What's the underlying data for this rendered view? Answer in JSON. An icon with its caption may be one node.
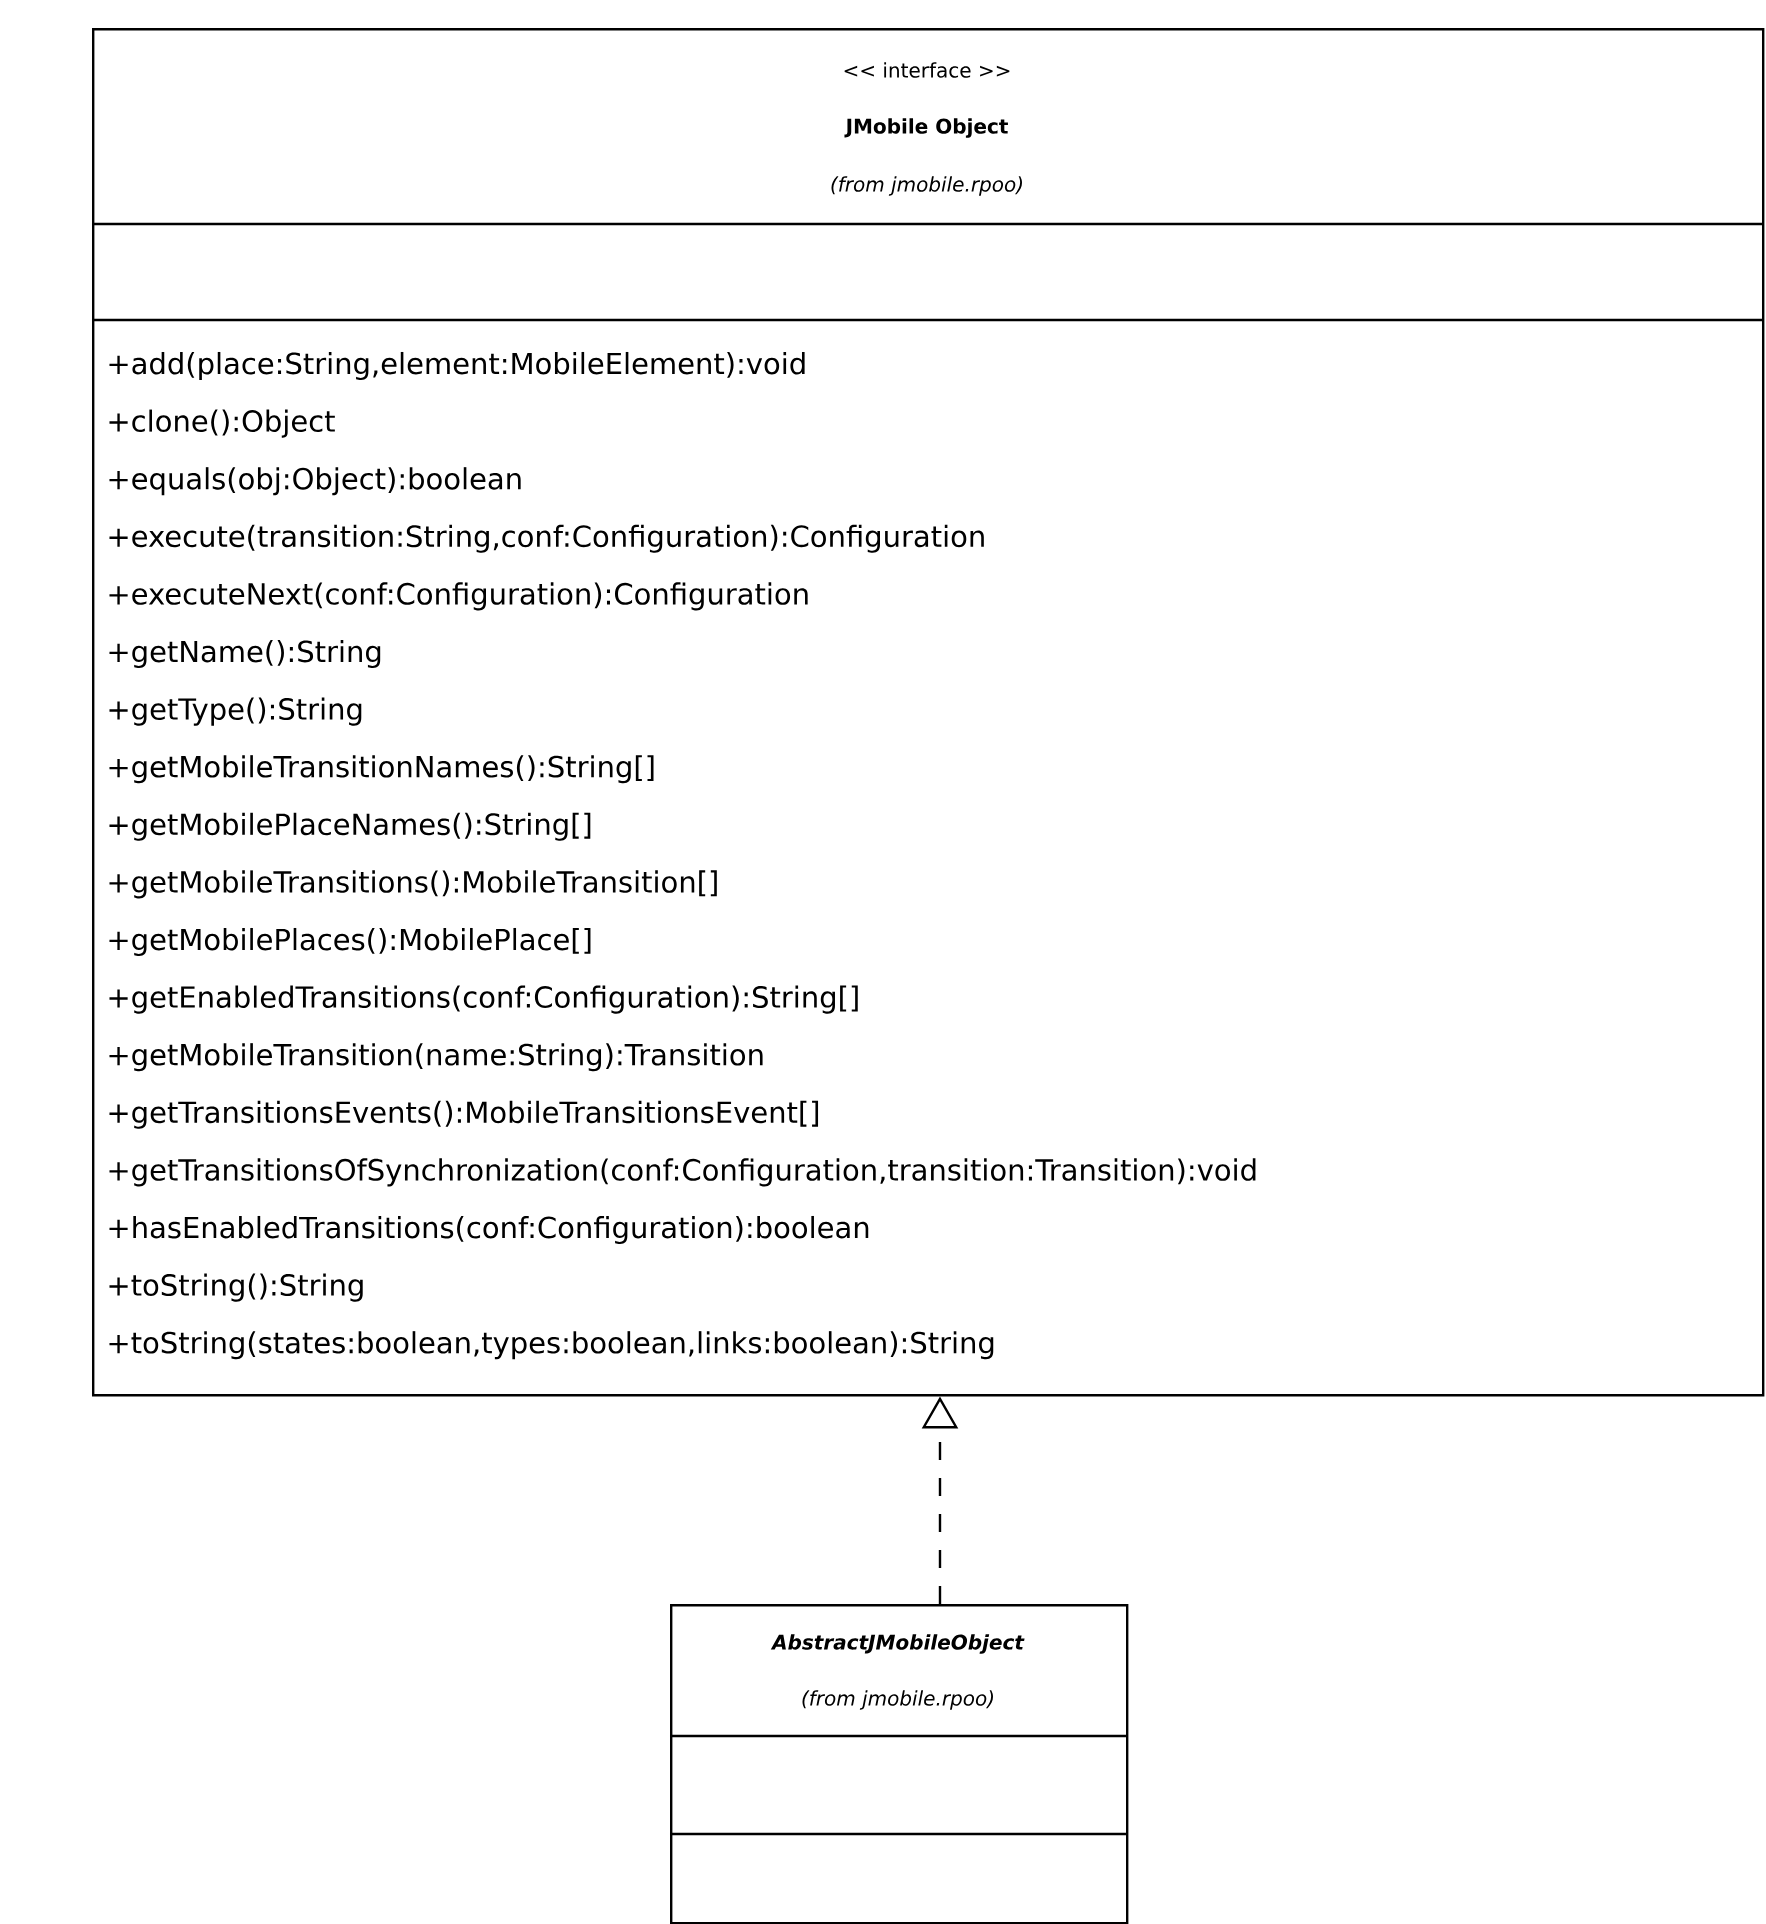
{
  "diagram": {
    "nodes": [
      {
        "text": [
          "<< interface >>",
          "JMobile Object",
          "(from jmobile.rpoo)",
          "+add(place:String,element:MobileElement):void",
          "+clone():Object",
          "+equals(obj:Object):boolean",
          "+execute(transition:String,conf:Configuration):Configuration",
          "+executeNext(conf:Configuration):Configuration",
          "+getName():String",
          "+getType():String",
          "+getMobileTransitionNames():String[]",
          "+getMobilePlaceNames():String[]",
          "+getMobileTransitions():MobileTransition[]",
          "+getMobilePlaces():MobilePlace[]",
          "+getEnabledTransitions(conf:Configuration):String[]",
          "+getMobileTransition(name:String):Transition",
          "+getTransitionsEvents():MobileTransitionsEvent[]",
          "+getTransitionsOfSynchronization(conf:Configuration,transition:Transition):void",
          "+hasEnabledTransitions(conf:Configuration):boolean",
          "+toString():String",
          "+toString(states:boolean,types:boolean,links:boolean):String"
        ]
      },
      {
        "text": [
          "AbstractJMobileObject",
          "(from jmobile.rpoo)"
        ]
      }
    ],
    "edges": [
      {
        "from": 1,
        "to": 0,
        "arrow": "to",
        "style": "dashed"
      }
    ]
  }
}
